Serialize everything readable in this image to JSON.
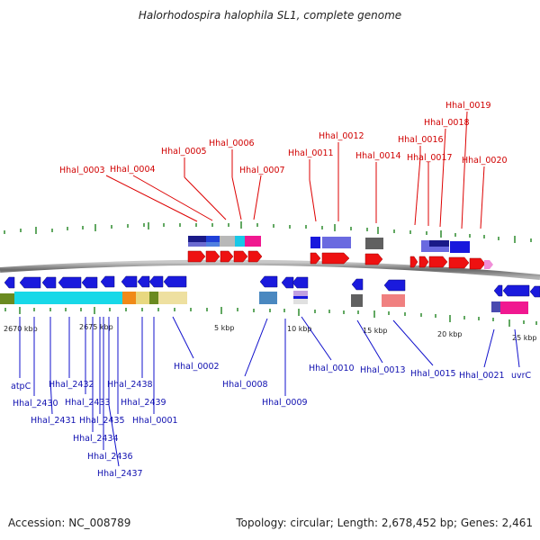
{
  "title": "Halorhodospira halophila SL1, complete genome",
  "footer": {
    "accession": "Accession: NC_008789",
    "topology": "Topology: circular; Length: 2,678,452 bp; Genes: 2,461"
  },
  "colors": {
    "top_label": "#d00000",
    "bottom_label": "#1010b0",
    "forward_gene": "#ee1111",
    "reverse_gene": "#1a1add",
    "tick": "#2e8b2e",
    "backbone": "#888888"
  },
  "top_genes": [
    "Hhal_0003",
    "Hhal_0004",
    "Hhal_0005",
    "Hhal_0006",
    "Hhal_0007",
    "Hhal_0011",
    "Hhal_0012",
    "Hhal_0014",
    "Hhal_0016",
    "Hhal_0017",
    "Hhal_0018",
    "Hhal_0019",
    "Hhal_0020"
  ],
  "bottom_genes": [
    "atpC",
    "Hhal_2430",
    "Hhal_2431",
    "Hhal_2432",
    "Hhal_2433",
    "Hhal_2434",
    "Hhal_2435",
    "Hhal_2436",
    "Hhal_2437",
    "Hhal_2438",
    "Hhal_2439",
    "Hhal_0001",
    "Hhal_0002",
    "Hhal_0008",
    "Hhal_0009",
    "Hhal_0010",
    "Hhal_0013",
    "Hhal_0015",
    "Hhal_0021",
    "uvrC"
  ],
  "scale_labels": [
    "2670 kbp",
    "2675 kbp",
    "5 kbp",
    "10 kbp",
    "15 kbp",
    "20 kbp",
    "25 kbp"
  ]
}
